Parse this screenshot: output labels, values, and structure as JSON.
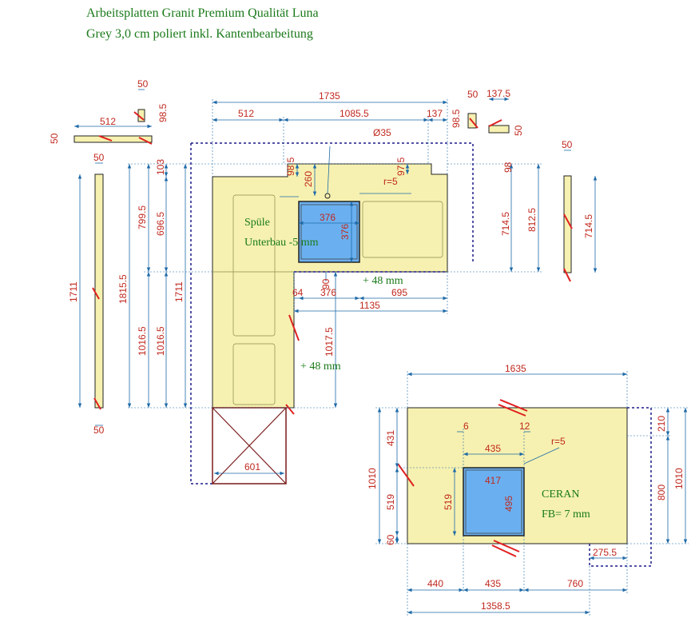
{
  "title": {
    "line1": "Arbeitsplatten Granit Premium Qualität Luna",
    "line2": "Grey 3,0 cm poliert inkl. Kantenbearbeitung"
  },
  "labels": {
    "sink": "Spüle",
    "sink_mount": "Unterbau -5 mm",
    "plus48_a": "+ 48 mm",
    "plus48_b": "+ 48 mm",
    "cooktop": "CERAN",
    "cooktop_fb": "FB= 7 mm",
    "r5_a": "r=5",
    "r5_b": "r=5",
    "hole": "Ø35"
  },
  "dimensions": {
    "d1735": "1735",
    "d512a": "512",
    "d1085": "1085.5",
    "d137a": "137",
    "d50a": "50",
    "d985a": "98.5",
    "d512b": "512",
    "d50b": "50",
    "d50c": "50",
    "d985b": "98.5",
    "d1375": "137.5",
    "d50d": "50",
    "d50e": "50",
    "d1711a": "1711",
    "d50f": "50",
    "d7995": "799.5",
    "d18155": "1815.5",
    "d10165a": "1016.5",
    "d103": "103",
    "d6965": "696.5",
    "d10165b": "1016.5",
    "d1711b": "1711",
    "d985c": "98.5",
    "d260": "260",
    "d975": "97.5",
    "d98": "98",
    "d7145a": "714.5",
    "d8125": "812.5",
    "d50g": "50",
    "d7145b": "714.5",
    "d376a": "376",
    "d376b": "376",
    "d64": "64",
    "d376c": "376",
    "d695": "695",
    "d1135": "1135",
    "d90": "90",
    "d10175": "1017.5",
    "d601": "601",
    "d1635": "1635",
    "d6": "6",
    "d12": "12",
    "d435a": "435",
    "d417": "417",
    "d495": "495",
    "d519a": "519",
    "d519b": "519",
    "d431": "431",
    "d1010a": "1010",
    "d60": "60",
    "d210": "210",
    "d800": "800",
    "d1010b": "1010",
    "d2755": "275.5",
    "d440": "440",
    "d435b": "435",
    "d760": "760",
    "d13585": "1358.5"
  }
}
